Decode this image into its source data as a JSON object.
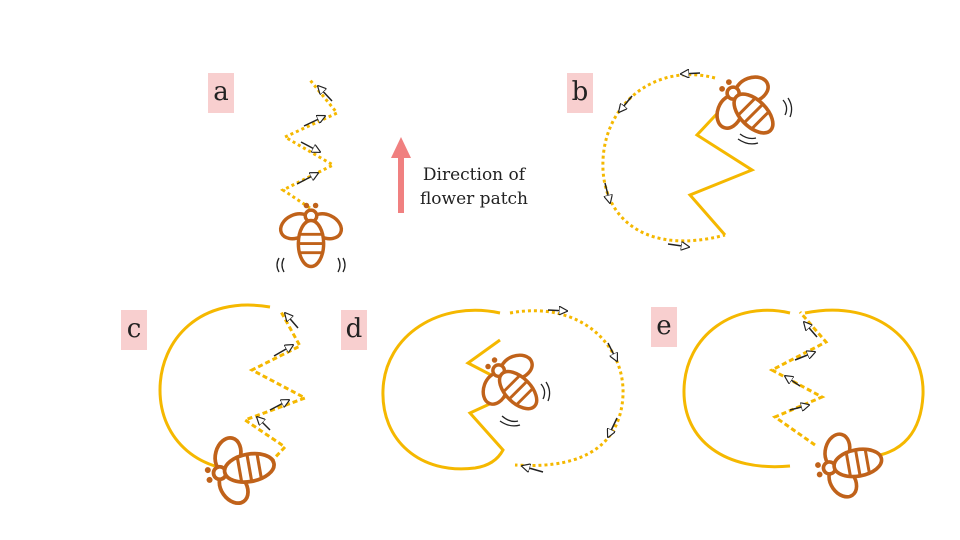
{
  "panels": [
    {
      "label": "a"
    },
    {
      "label": "b"
    },
    {
      "label": "c"
    },
    {
      "label": "d"
    },
    {
      "label": "e"
    }
  ],
  "direction": {
    "line1": "Direction of",
    "line2": "flower patch",
    "arrow_color": "#f08080"
  },
  "colors": {
    "path": "#f5b800",
    "bee_outline": "#c0621a",
    "label_bg": "#f8cfcf",
    "arrow": "#222222"
  },
  "icons": [
    "bee-icon",
    "direction-arrow-icon",
    "flight-arrow-icon"
  ]
}
